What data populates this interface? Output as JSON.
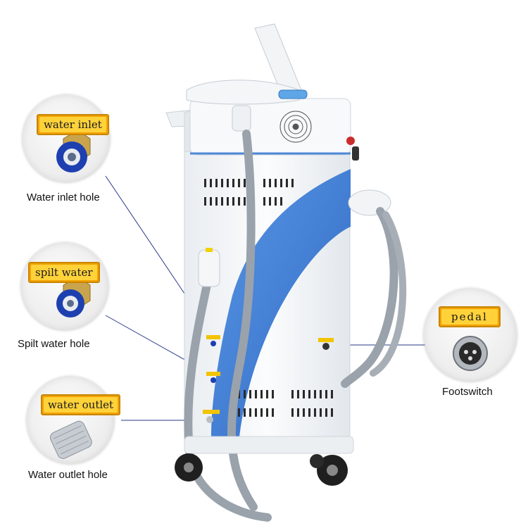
{
  "callouts": {
    "water_inlet": {
      "tag": "water inlet",
      "caption": "Water inlet hole"
    },
    "spilt_water": {
      "tag": "spilt water",
      "caption": "Spilt water hole"
    },
    "water_outlet": {
      "tag": "water outlet",
      "caption": "Water outlet hole"
    },
    "pedal": {
      "tag": "pedal",
      "caption": "Footswitch"
    }
  },
  "colors": {
    "machine_body": "#f4f6f8",
    "accent_blue": "#3f7fd6",
    "hose": "#9aa2ab",
    "tag_orange": "#f2a300",
    "tag_yellow": "#ffd23a",
    "connector_blue": "#1d3fb0"
  }
}
